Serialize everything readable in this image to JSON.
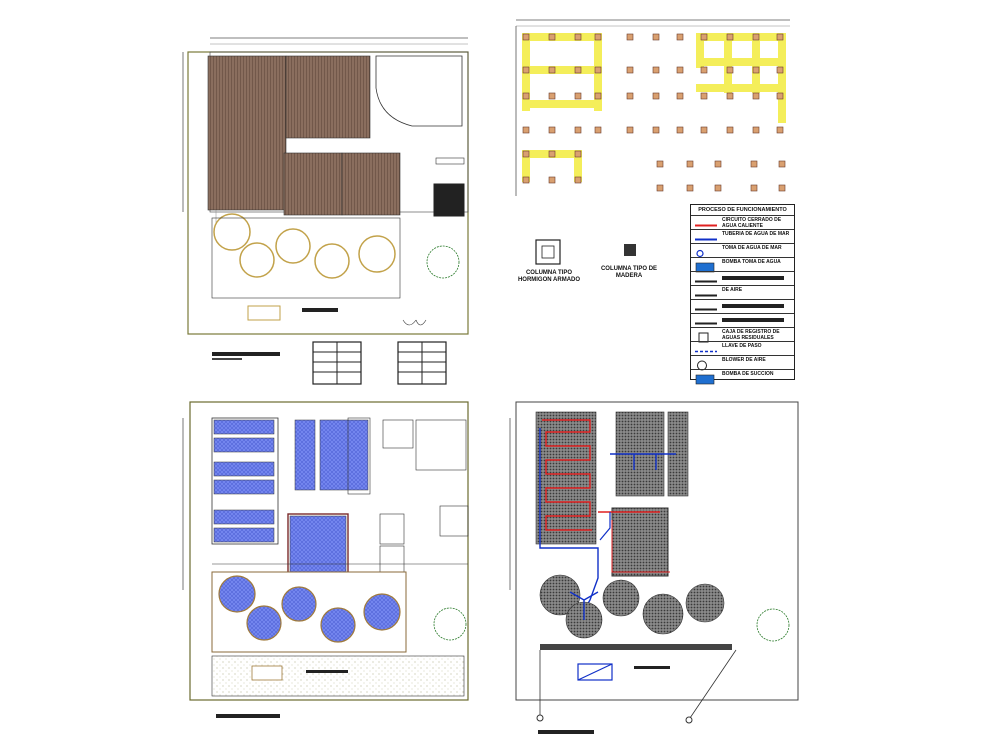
{
  "legend": {
    "title": "PROCESO DE FUNCIONAMIENTO",
    "items": [
      {
        "text": "CIRCUITO CERRADO DE AGUA CALIENTE",
        "symbol": "red-line-icon",
        "color": "#e02020"
      },
      {
        "text": "TUBERIA DE AGUA DE MAR",
        "symbol": "blue-line-icon",
        "color": "#1030c8"
      },
      {
        "text": "TOMA DE AGUA DE MAR",
        "symbol": "circle-icon",
        "color": "#1030c8"
      },
      {
        "text": "BOMBA TOMA DE AGUA",
        "symbol": "pump-icon",
        "color": "#1f6fd0"
      },
      {
        "text": "",
        "symbol": "line-icon",
        "color": "#222222"
      },
      {
        "text": "DE AIRE",
        "symbol": "line-icon",
        "color": "#222222"
      },
      {
        "text": "",
        "symbol": "line-icon",
        "color": "#222222"
      },
      {
        "text": "",
        "symbol": "line-icon",
        "color": "#222222"
      },
      {
        "text": "CAJA DE REGISTRO DE AGUAS RESIDUALES",
        "symbol": "box-icon",
        "color": "#222222"
      },
      {
        "text": "LLAVE DE PASO",
        "symbol": "valve-icon",
        "color": "#1030c8"
      },
      {
        "text": "BLOWER DE AIRE",
        "symbol": "blower-icon",
        "color": "#222222"
      },
      {
        "text": "BOMBA DE SUCCION",
        "symbol": "suction-pump-icon",
        "color": "#1f6fd0"
      }
    ]
  },
  "columns": {
    "concrete": {
      "line1": "COLUMNA TIPO",
      "line2": "HORMIGON ARMADO"
    },
    "wood": {
      "line1": "COLUMNA TIPO DE",
      "line2": "MADERA"
    }
  },
  "colors": {
    "roof": "#7b5f50",
    "blue_fill": "#6f80ec",
    "yellow_beam": "#f4ee5a",
    "red_pipe": "#e02020",
    "blue_pipe": "#1030c8",
    "olive_outline": "#8f8a4a",
    "green_marker": "#3fae3f",
    "column_fill": "#d9a070",
    "dark_tank": "#555555",
    "site_border": "#6b6b2f"
  }
}
